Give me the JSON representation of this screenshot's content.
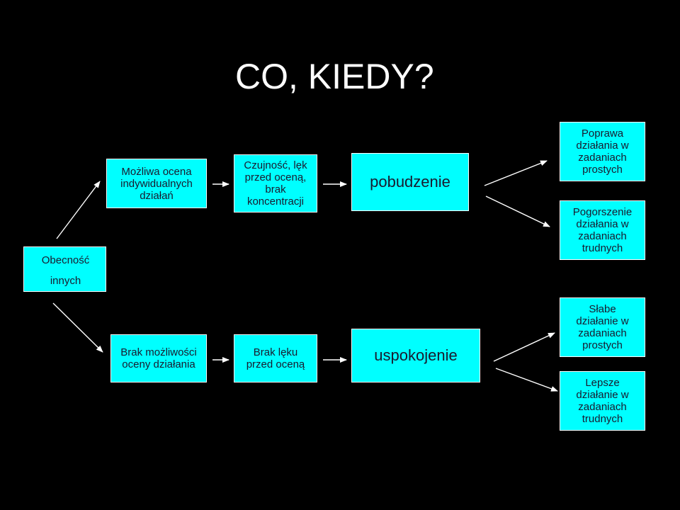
{
  "title": "CO, KIEDY?",
  "nodes": {
    "presence": {
      "line1": "Obecność",
      "line2": "innych"
    },
    "possible_eval": "Możliwa ocena\nindywidualnych\ndziałań",
    "vigilance": "Czujność, lęk\nprzed oceną,\nbrak\nkoncentracji",
    "arousal": "pobudzenie",
    "improve_simple": "Poprawa\ndziałania w\nzadaniach\nprostych",
    "worsen_difficult": "Pogorszenie\ndziałania w\nzadaniach\ntrudnych",
    "no_eval": "Brak możliwości\noceny działania",
    "no_fear": "Brak lęku\nprzed oceną",
    "calm": "uspokojenie",
    "weak_simple": "Słabe\ndziałanie w\nzadaniach\nprostych",
    "better_difficult": "Lepsze\ndziałanie w\nzadaniach\ntrudnych"
  },
  "colors": {
    "background": "#000000",
    "box_fill": "#00ffff",
    "box_border": "#ffffff",
    "text": "#1a1a2e",
    "arrow": "#ffffff"
  }
}
